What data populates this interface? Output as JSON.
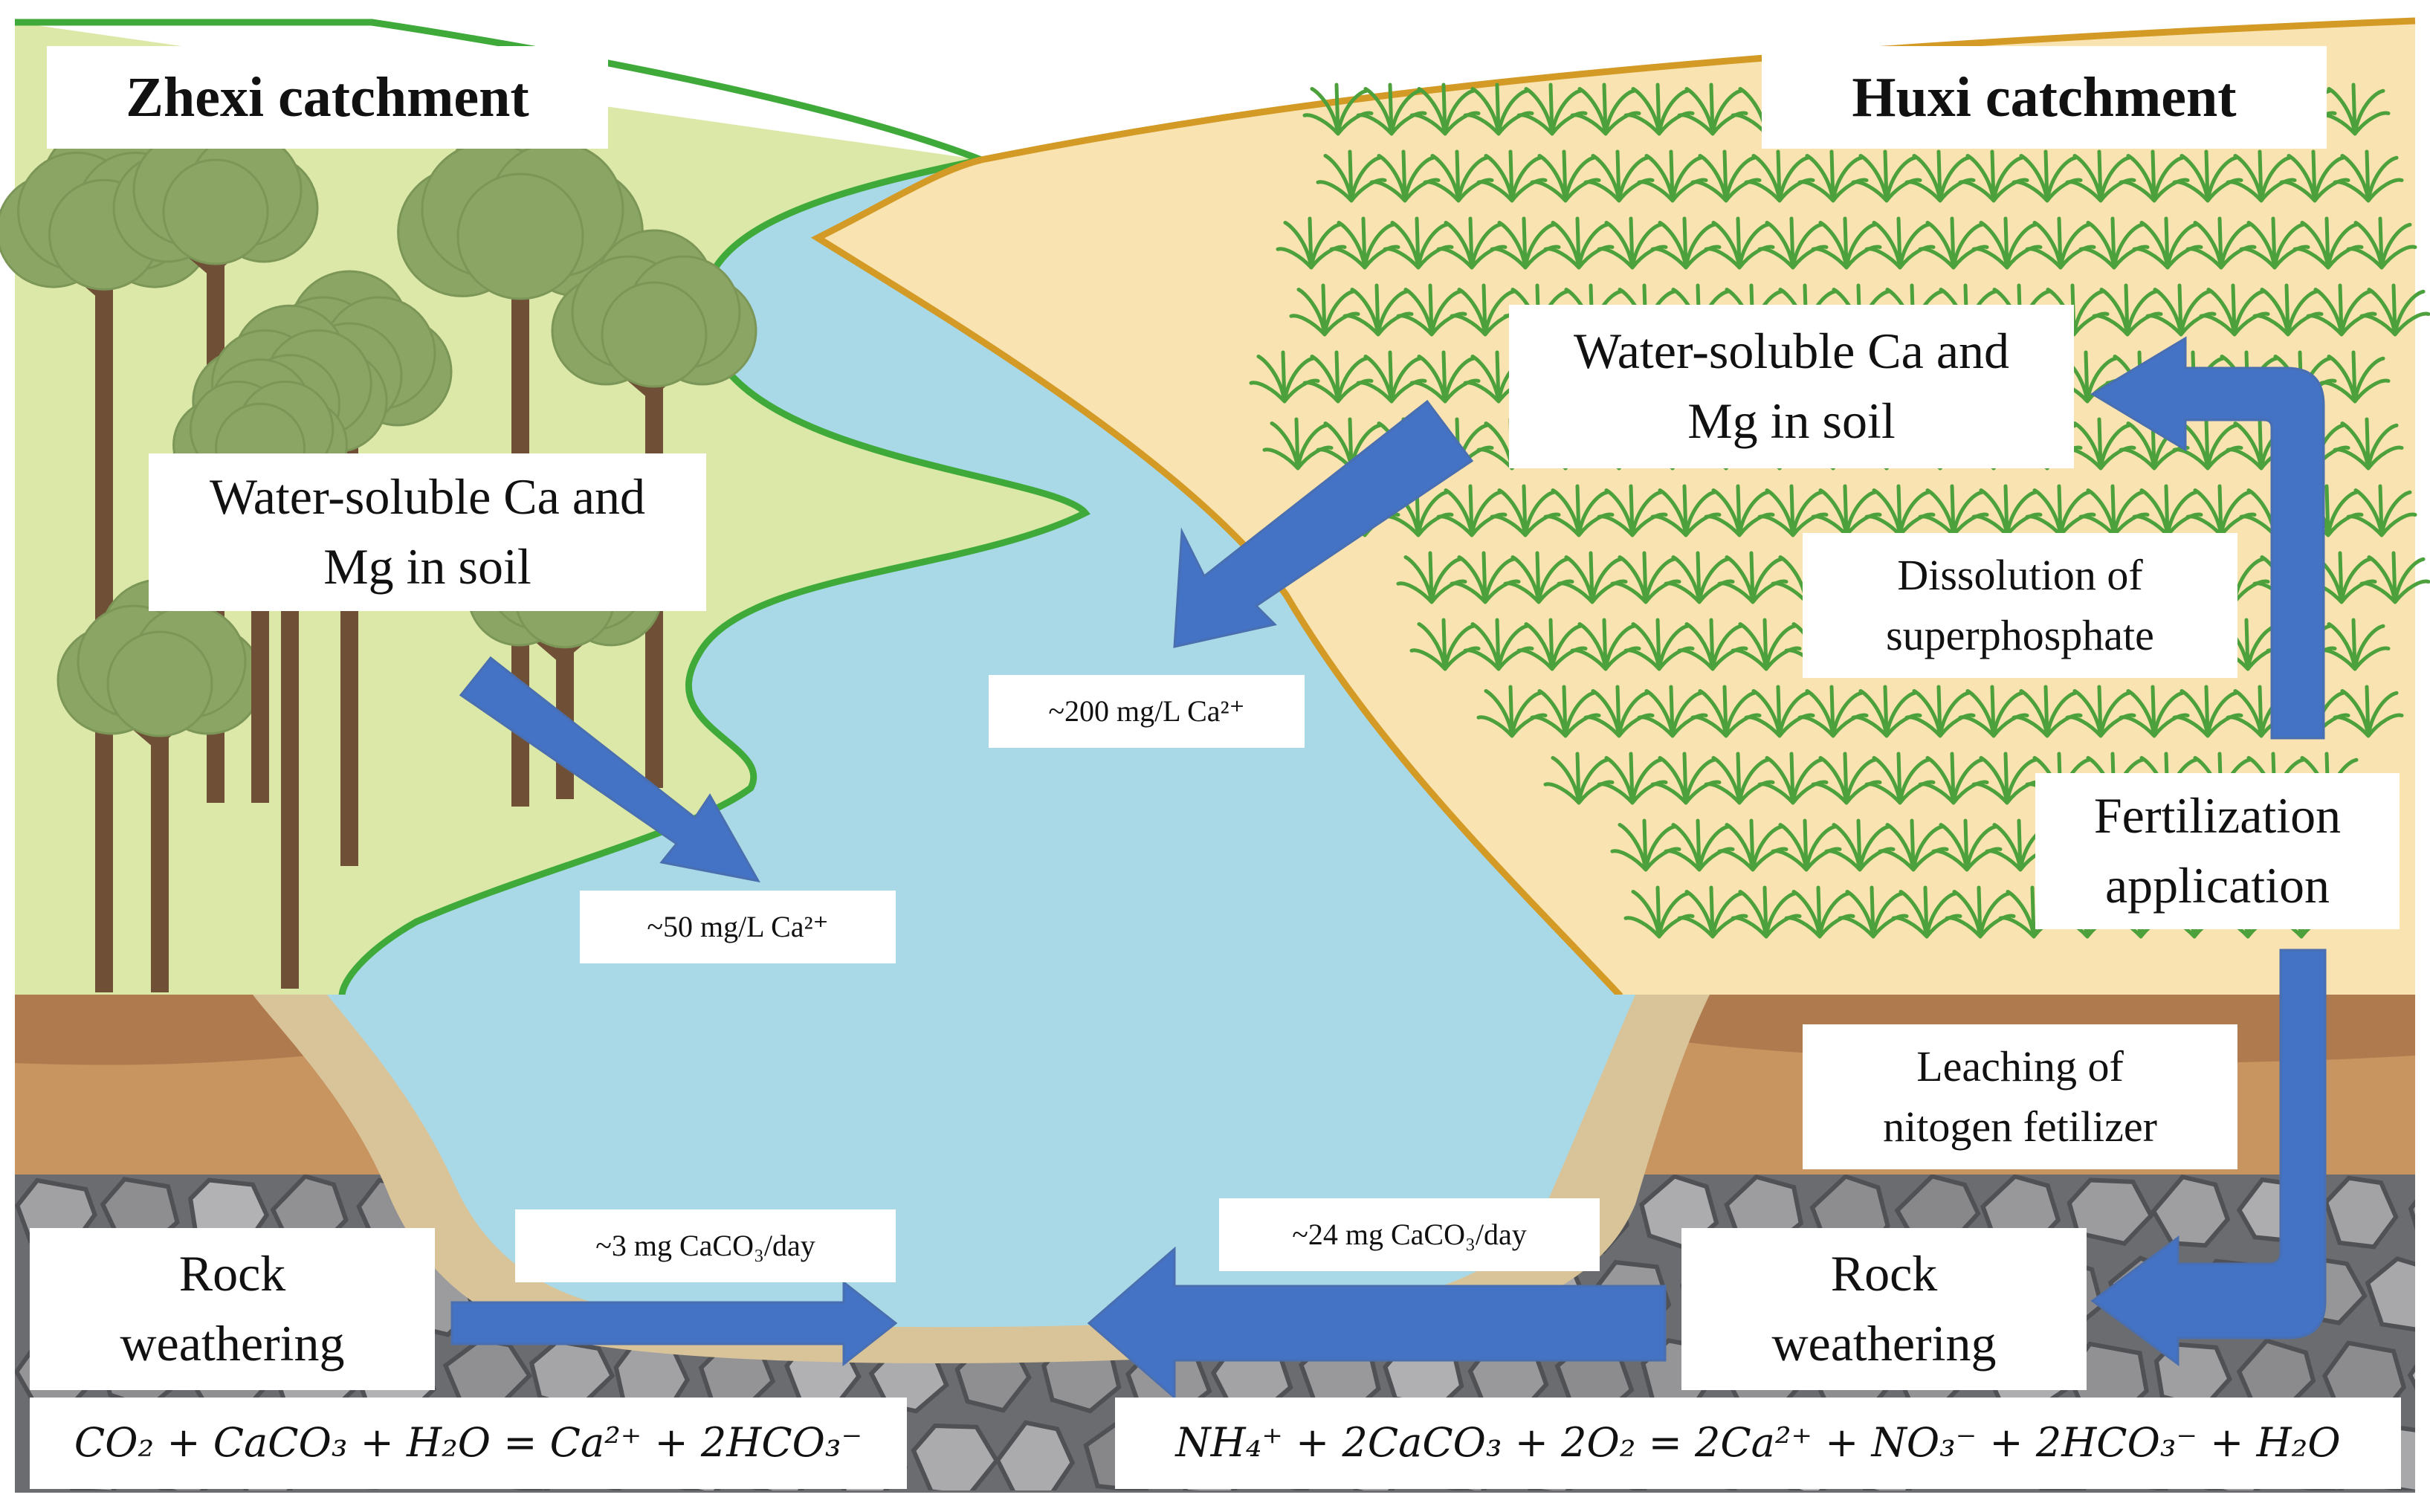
{
  "zhexi": {
    "title": "Zhexi catchment",
    "soil_label": "Water-soluble  Ca and Mg in soil",
    "conc": "~50 mg/L Ca²⁺",
    "rock_label": "Rock weathering",
    "rock_flux": "~3 mg CaCO₃/day",
    "equation": "CO₂ + CaCO₃ + H₂O = Ca²⁺ + 2HCO₃⁻"
  },
  "huxi": {
    "title": "Huxi catchment",
    "soil_label": "Water-soluble  Ca and Mg in soil",
    "conc": "~200 mg/L Ca²⁺",
    "dissolution": "Dissolution of superphosphate",
    "fertilization": "Fertilization application",
    "leaching": "Leaching of nitogen fetilizer",
    "rock_label": "Rock weathering",
    "rock_flux": "~24 mg CaCO₃/day",
    "equation": "NH₄⁺ + 2CaCO₃ + 2O₂ = 2Ca²⁺ + NO₃⁻ + 2HCO₃⁻ + H₂O"
  },
  "colors": {
    "forest_bg": "#dbe8a8",
    "field_bg": "#f9e3b0",
    "river": "#a9d9e6",
    "green_line": "#3faa3a",
    "orange_line": "#d39a26",
    "soil": "#c89460",
    "rock": "#8f9094",
    "arrow": "#4472c4",
    "tree": "#8aa564",
    "trunk": "#6f5037",
    "rice": "#4da13c"
  }
}
